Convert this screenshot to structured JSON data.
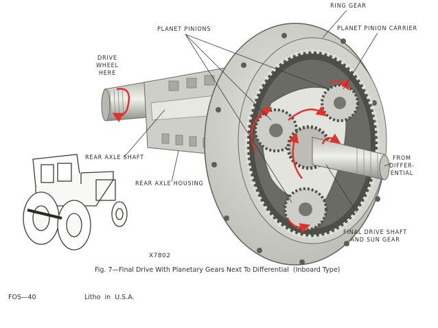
{
  "labels": {
    "ring_gear": "RING GEAR",
    "planet_pinions": "PLANET PINIONS",
    "planet_pinion_carrier": "PLANET PINION CARRIER",
    "drive_wheel_here": "DRIVE\nWHEEL\nHERE",
    "rear_axle_shaft": "REAR AXLE SHAFT",
    "rear_axle_housing": "REAR AXLE HOUSING",
    "from_differential": "FROM\nDIFFER-\nENTIAL",
    "final_drive_shaft": "FINAL DRIVE SHAFT\nAND SUN GEAR"
  },
  "figure_number": "X7802",
  "caption": "Fig. 7—Final Drive With Planetary Gears Next To Differential  (Inboard Type)",
  "footer": {
    "code": "FOS—40",
    "litho": "Litho  in  U.S.A."
  },
  "colors": {
    "arrow": "#e0322c",
    "metal": "#d9d9d3",
    "dark": "#5a5a56"
  }
}
